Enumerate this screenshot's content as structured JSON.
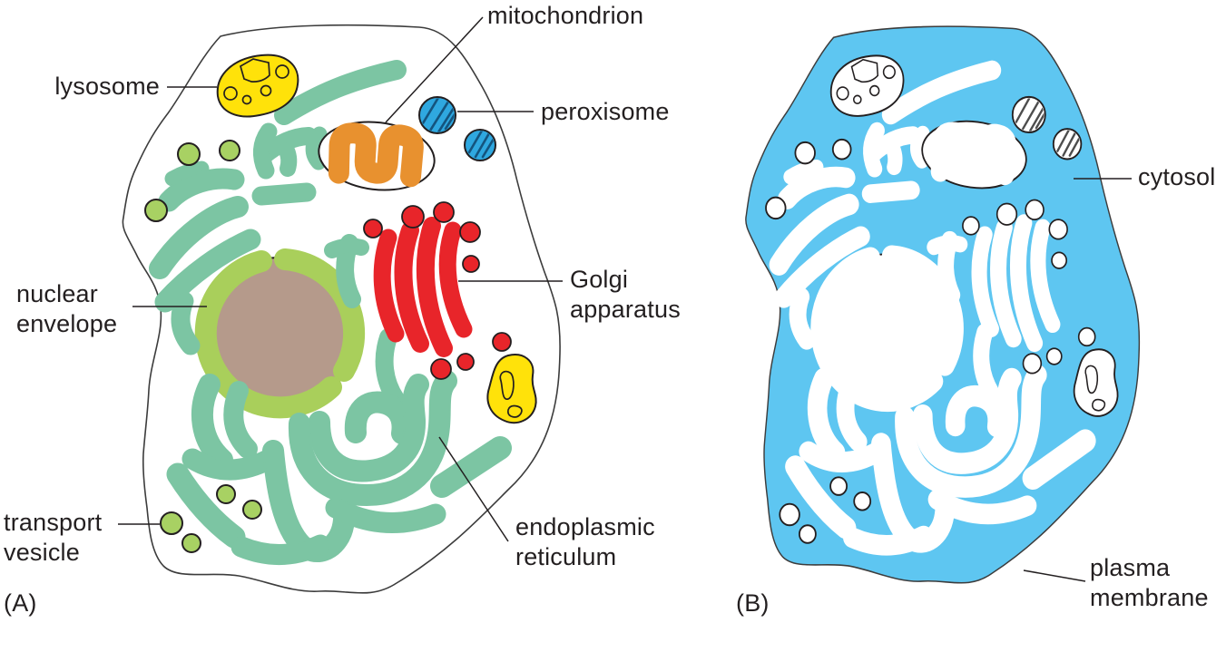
{
  "panels": {
    "a": {
      "letter": "(A)",
      "labels": {
        "lysosome": [
          "lysosome"
        ],
        "mitochondrion": [
          "mitochondrion"
        ],
        "peroxisome": [
          "peroxisome"
        ],
        "nuclear_envelope": [
          "nuclear",
          "envelope"
        ],
        "golgi_apparatus": [
          "Golgi",
          "apparatus"
        ],
        "endoplasmic_reticulum": [
          "endoplasmic",
          "reticulum"
        ],
        "transport_vesicle": [
          "transport",
          "vesicle"
        ]
      }
    },
    "b": {
      "letter": "(B)",
      "labels": {
        "cytosol": [
          "cytosol"
        ],
        "plasma_membrane": [
          "plasma",
          "membrane"
        ]
      }
    }
  },
  "colors": {
    "c-er": "#7cc5a3",
    "c-env": "#a9cf5b",
    "c-nuc": "#b59a8b",
    "c-golgi": "#e8252a",
    "c-ves": "#a8d163",
    "c-lyso": "#ffe20a",
    "c-mito": "#e8912f",
    "c-perox": "#2fa8e0",
    "c-hatch": "#14547e",
    "c-cytosol": "#5ec6f1",
    "c-ink": "#231f20"
  }
}
